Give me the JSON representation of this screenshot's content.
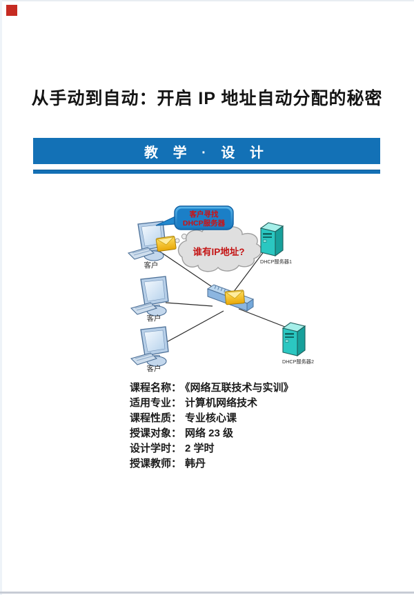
{
  "page": {
    "title": "从手动到自动：开启 IP 地址自动分配的秘密",
    "banner": {
      "label": "教 学 · 设 计",
      "bg_color": "#1371b6",
      "text_color": "#ffffff"
    },
    "divider_color": "#1470b5",
    "corner_marker_color": "#c62b22"
  },
  "diagram": {
    "bubble": {
      "line1": "客户寻找",
      "line2": "DHCP服务器",
      "text_color": "#d01010",
      "fill_color": "#2e93d8"
    },
    "cloud": {
      "text": "谁有IP地址?",
      "text_color": "#c41414",
      "fill_color": "#dfdfdf"
    },
    "clients": [
      {
        "label": "客户"
      },
      {
        "label": "客户"
      },
      {
        "label": "客户"
      }
    ],
    "servers": [
      {
        "label": "DHCP服务器1"
      },
      {
        "label": "DHCP服务器2"
      }
    ],
    "icons": {
      "envelope-icon": "✉",
      "client-computer-icon": "🖥",
      "dhcp-server-icon": "🗄",
      "network-switch-icon": "▭",
      "thought-cloud-icon": "☁",
      "speech-bubble-icon": "💬"
    },
    "colors": {
      "device_blue": "#b7cfe8",
      "server_teal": "#2bc7c1",
      "envelope_gold": "#f3b915",
      "line": "#2a2a2a"
    }
  },
  "course_info": {
    "rows": [
      {
        "label": "课程名称：",
        "value": "《网络互联技术与实训》"
      },
      {
        "label": "适用专业：",
        "value": "计算机网络技术"
      },
      {
        "label": "课程性质：",
        "value": "专业核心课"
      },
      {
        "label": "授课对象：",
        "value": "网络 23 级"
      },
      {
        "label": "设计学时：",
        "value": "2 学时"
      },
      {
        "label": "授课教师：",
        "value": "韩丹"
      }
    ]
  }
}
